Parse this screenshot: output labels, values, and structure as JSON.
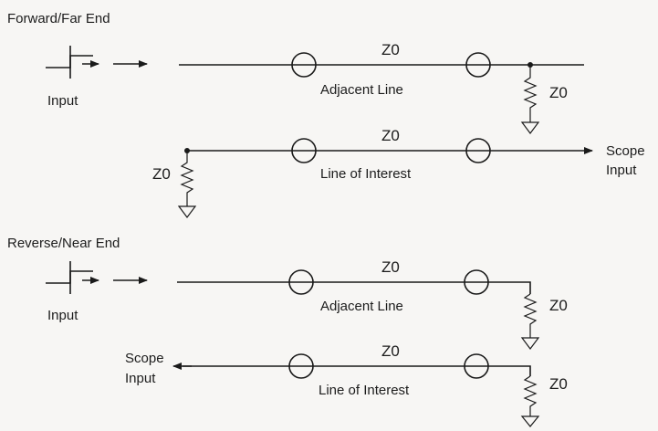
{
  "sections": {
    "forward": {
      "title": "Forward/Far End",
      "input_label": "Input",
      "adjacent_line": {
        "impedance": "Z0",
        "label": "Adjacent Line",
        "termination": "Z0"
      },
      "line_of_interest": {
        "impedance": "Z0",
        "label": "Line of Interest",
        "termination": "Z0"
      },
      "scope_label_1": "Scope",
      "scope_label_2": "Input"
    },
    "reverse": {
      "title": "Reverse/Near End",
      "input_label": "Input",
      "adjacent_line": {
        "impedance": "Z0",
        "label": "Adjacent Line",
        "termination": "Z0"
      },
      "line_of_interest": {
        "impedance": "Z0",
        "label": "Line of Interest",
        "termination": "Z0"
      },
      "scope_label_1": "Scope",
      "scope_label_2": "Input"
    }
  }
}
